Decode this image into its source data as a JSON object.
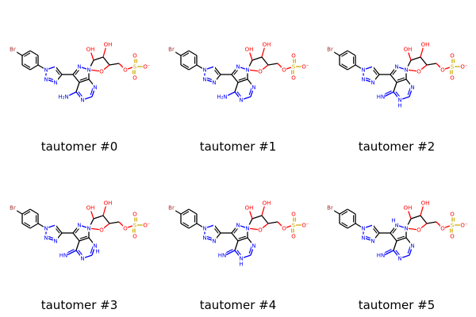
{
  "grid": {
    "cells": [
      {
        "label": "tautomer #0",
        "variant": "amino",
        "imine_side": "",
        "nh_ring": ""
      },
      {
        "label": "tautomer #1",
        "variant": "amino",
        "imine_side": "",
        "nh_ring": ""
      },
      {
        "label": "tautomer #2",
        "variant": "imino",
        "imine_side": "HN",
        "nh_ring": "pyrimidine-N1"
      },
      {
        "label": "tautomer #3",
        "variant": "imino",
        "imine_side": "HN",
        "nh_ring": "pyrimidine-N3"
      },
      {
        "label": "tautomer #4",
        "variant": "imino",
        "imine_side": "HN",
        "nh_ring": "pyrimidine-N1"
      },
      {
        "label": "tautomer #5",
        "variant": "imino",
        "imine_side": "HN",
        "nh_ring": "pyrrole-N7"
      }
    ]
  },
  "atom_labels": {
    "bromine": "Br",
    "amine": "H₂N",
    "imine": "HN",
    "nitrogen": "N",
    "ring_nh": "H",
    "hydroxyl": "OH",
    "oxygen": "O",
    "ether_o": "O",
    "sulfur": "S",
    "sulfonate_o": "O",
    "sulfonate_om": "O⁻"
  },
  "colors": {
    "carbon": "#000000",
    "nitrogen": "#0000ff",
    "oxygen": "#ff0000",
    "sulfur": "#ccaa00",
    "bromine": "#a52a2a",
    "text": "#000000"
  }
}
